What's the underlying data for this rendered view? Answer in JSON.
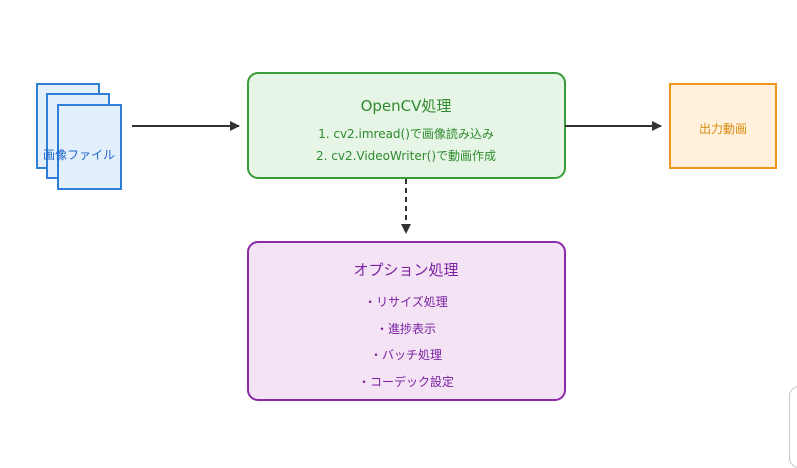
{
  "nodes": {
    "files": {
      "label": "画像ファイル"
    },
    "opencv": {
      "title": "OpenCV処理",
      "steps": [
        "1. cv2.imread()で画像読み込み",
        "2. cv2.VideoWriter()で動画作成"
      ]
    },
    "output": {
      "label": "出力動画"
    },
    "options": {
      "title": "オプション処理",
      "items": [
        "・リサイズ処理",
        "・進捗表示",
        "・バッチ処理",
        "・コーデック設定"
      ]
    }
  },
  "edges": [
    {
      "from": "files",
      "to": "opencv",
      "style": "solid"
    },
    {
      "from": "opencv",
      "to": "output",
      "style": "solid"
    },
    {
      "from": "opencv",
      "to": "options",
      "style": "dashed"
    }
  ],
  "colors": {
    "files_stroke": "#2f7ed8",
    "files_fill": "#e3f0fc",
    "opencv_stroke": "#3a9b3a",
    "opencv_fill": "#e6f5e6",
    "output_stroke": "#f0961e",
    "output_fill": "#fff1dc",
    "options_stroke": "#8b2aa8",
    "options_fill": "#f3e3f5",
    "edge": "#333333"
  }
}
